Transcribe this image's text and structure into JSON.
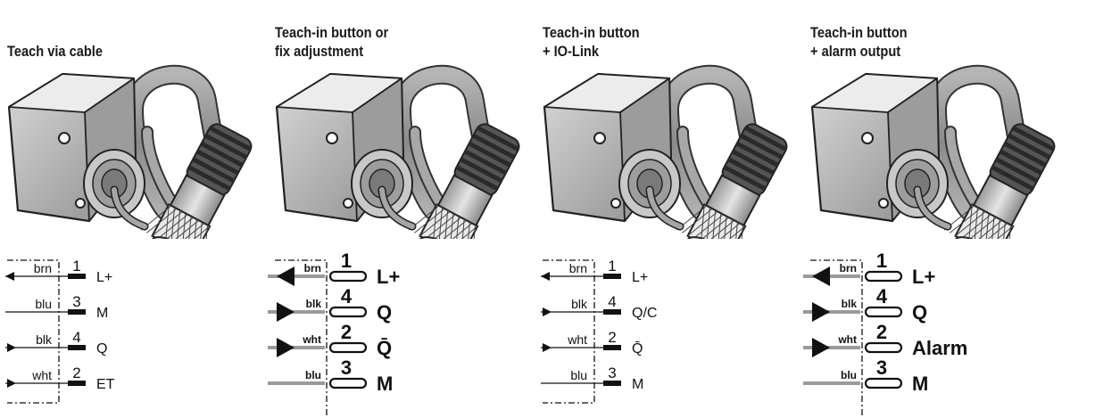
{
  "panels": [
    {
      "title_lines": [
        "Teach via cable"
      ],
      "style": "thin",
      "wires": [
        {
          "color": "brn",
          "pin": "1",
          "signal": "L+",
          "dir": "in"
        },
        {
          "color": "blu",
          "pin": "3",
          "signal": "M",
          "dir": "none"
        },
        {
          "color": "blk",
          "pin": "4",
          "signal": "Q",
          "dir": "out"
        },
        {
          "color": "wht",
          "pin": "2",
          "signal": "ET",
          "dir": "out"
        }
      ]
    },
    {
      "title_lines": [
        "Teach-in button or",
        "fix adjustment"
      ],
      "style": "bold",
      "wires": [
        {
          "color": "brn",
          "pin": "1",
          "signal": "L+",
          "dir": "in"
        },
        {
          "color": "blk",
          "pin": "4",
          "signal": "Q",
          "dir": "out"
        },
        {
          "color": "wht",
          "pin": "2",
          "signal": "Q̄",
          "dir": "out"
        },
        {
          "color": "blu",
          "pin": "3",
          "signal": "M",
          "dir": "none"
        }
      ]
    },
    {
      "title_lines": [
        "Teach-in button",
        "+ IO-Link"
      ],
      "style": "thin",
      "wires": [
        {
          "color": "brn",
          "pin": "1",
          "signal": "L+",
          "dir": "in"
        },
        {
          "color": "blk",
          "pin": "4",
          "signal": "Q/C",
          "dir": "out"
        },
        {
          "color": "wht",
          "pin": "2",
          "signal": "Q̄",
          "dir": "out"
        },
        {
          "color": "blu",
          "pin": "3",
          "signal": "M",
          "dir": "none"
        }
      ]
    },
    {
      "title_lines": [
        "Teach-in button",
        "+ alarm output"
      ],
      "style": "bold",
      "wires": [
        {
          "color": "brn",
          "pin": "1",
          "signal": "L+",
          "dir": "in"
        },
        {
          "color": "blk",
          "pin": "4",
          "signal": "Q",
          "dir": "out"
        },
        {
          "color": "wht",
          "pin": "2",
          "signal": "Alarm",
          "dir": "out"
        },
        {
          "color": "blu",
          "pin": "3",
          "signal": "M",
          "dir": "none"
        }
      ]
    }
  ]
}
